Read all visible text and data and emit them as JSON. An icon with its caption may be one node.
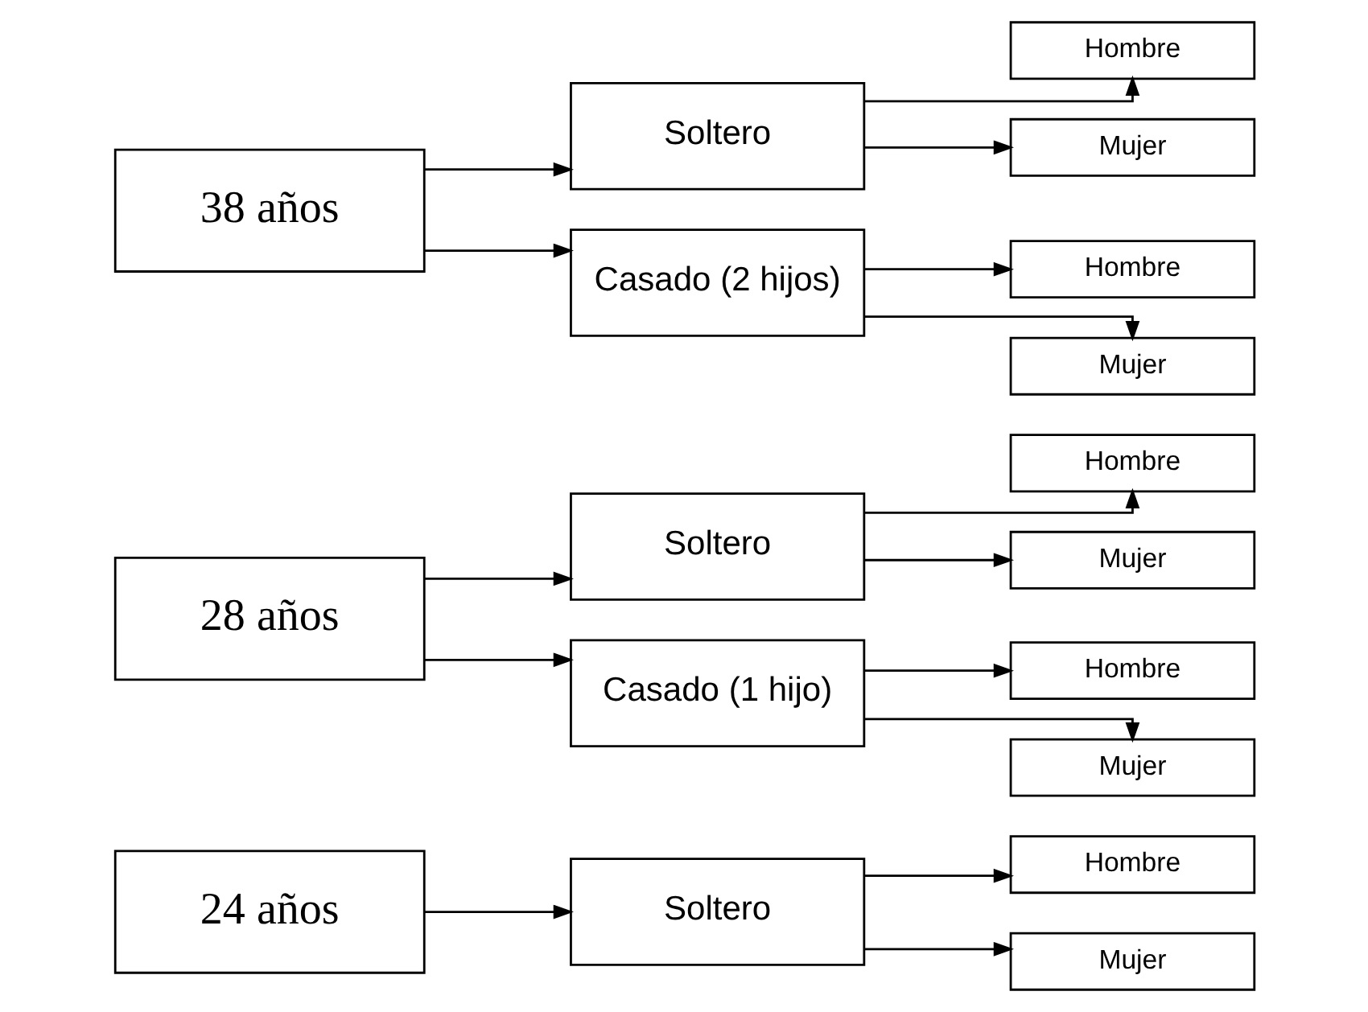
{
  "diagram": {
    "nodes": [
      {
        "text": [
          "24 años"
        ]
      },
      {
        "text": [
          "Soltero"
        ]
      },
      {
        "text": [
          "Hombre"
        ]
      },
      {
        "text": [
          "Mujer"
        ]
      },
      {
        "text": [
          "28 años"
        ]
      },
      {
        "text": [
          "Soltero"
        ]
      },
      {
        "text": [
          "Hombre"
        ]
      },
      {
        "text": [
          "Mujer"
        ]
      },
      {
        "text": [
          "Casado (1 hijo)"
        ]
      },
      {
        "text": [
          "Hombre"
        ]
      },
      {
        "text": [
          "Mujer"
        ]
      },
      {
        "text": [
          "38 años"
        ]
      },
      {
        "text": [
          "Soltero"
        ]
      },
      {
        "text": [
          "Hombre"
        ]
      },
      {
        "text": [
          "Mujer"
        ]
      },
      {
        "text": [
          "Casado (2 hijos)"
        ]
      },
      {
        "text": [
          "Hombre"
        ]
      },
      {
        "text": [
          "Mujer"
        ]
      }
    ],
    "edges": [
      {
        "from": 0,
        "to": 1,
        "arrow": "to"
      },
      {
        "from": 1,
        "to": 2,
        "arrow": "to"
      },
      {
        "from": 1,
        "to": 3,
        "arrow": "to"
      },
      {
        "from": 4,
        "to": 5,
        "arrow": "to"
      },
      {
        "from": 4,
        "to": 8,
        "arrow": "to"
      },
      {
        "from": 5,
        "to": 6,
        "arrow": "to"
      },
      {
        "from": 5,
        "to": 7,
        "arrow": "to"
      },
      {
        "from": 8,
        "to": 9,
        "arrow": "to"
      },
      {
        "from": 8,
        "to": 10,
        "arrow": "to"
      },
      {
        "from": 11,
        "to": 12,
        "arrow": "to"
      },
      {
        "from": 11,
        "to": 15,
        "arrow": "to"
      },
      {
        "from": 12,
        "to": 13,
        "arrow": "to"
      },
      {
        "from": 12,
        "to": 14,
        "arrow": "to"
      },
      {
        "from": 15,
        "to": 16,
        "arrow": "to"
      },
      {
        "from": 15,
        "to": 17,
        "arrow": "to"
      }
    ]
  }
}
